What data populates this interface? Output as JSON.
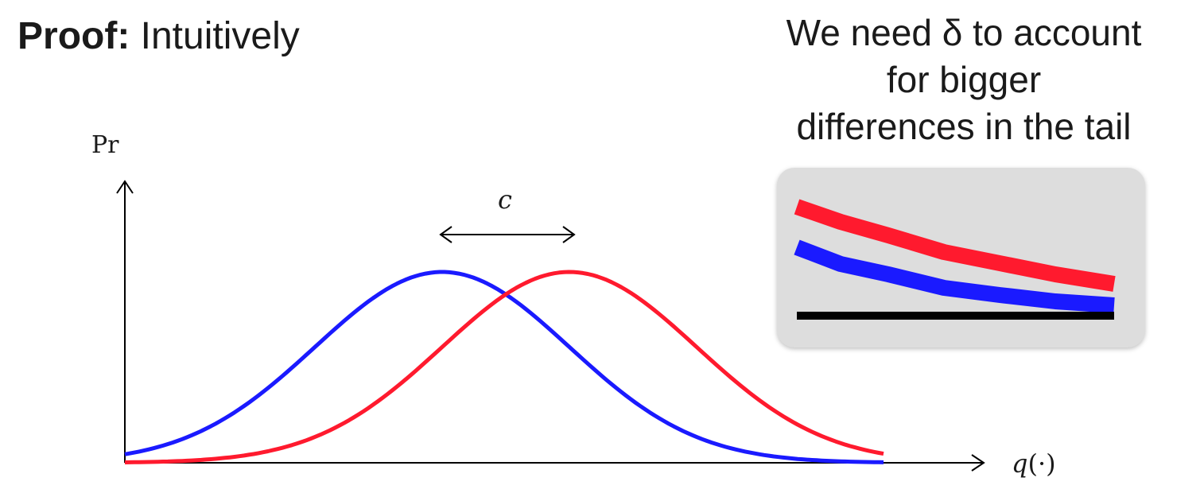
{
  "heading": {
    "bold": "Proof:",
    "rest": " Intuitively"
  },
  "callout": {
    "lines": [
      "We need δ to account",
      "for bigger",
      "differences in the tail"
    ]
  },
  "plot": {
    "y_axis_label": "Pr",
    "x_axis_label_main": "q",
    "x_axis_label_arg": "(·)",
    "shift_label": "c"
  },
  "colors": {
    "first_curve": "#1a1aff",
    "second_curve": "#ff1a2e",
    "axis": "#000000",
    "inset_bg": "#dddddd",
    "baseline": "#000000"
  }
}
